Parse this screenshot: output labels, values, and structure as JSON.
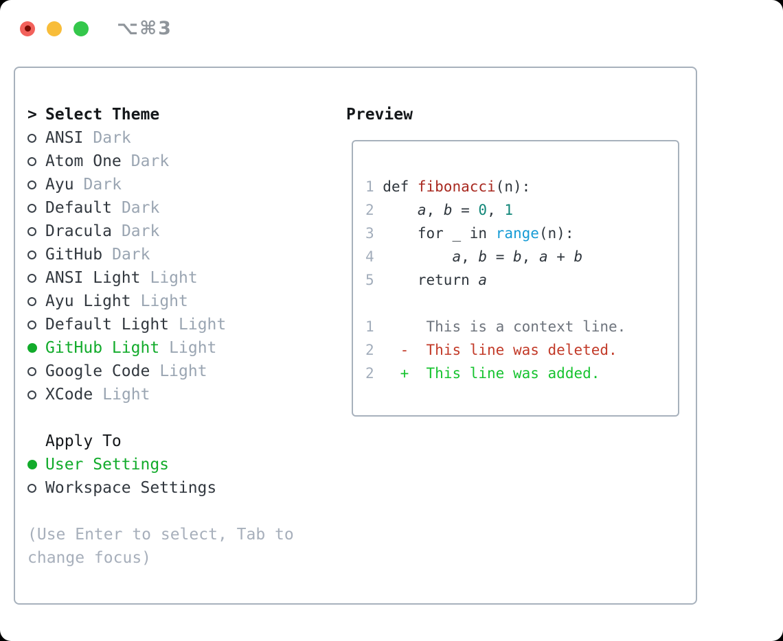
{
  "titlebar": {
    "shortcut": "⌥⌘3"
  },
  "panel": {
    "select_theme": {
      "prefix": ">",
      "title": "Select Theme",
      "themes": [
        {
          "name": "ANSI",
          "variant": "Dark",
          "selected": false
        },
        {
          "name": "Atom One",
          "variant": "Dark",
          "selected": false
        },
        {
          "name": "Ayu",
          "variant": "Dark",
          "selected": false
        },
        {
          "name": "Default",
          "variant": "Dark",
          "selected": false
        },
        {
          "name": "Dracula",
          "variant": "Dark",
          "selected": false
        },
        {
          "name": "GitHub",
          "variant": "Dark",
          "selected": false
        },
        {
          "name": "ANSI Light",
          "variant": "Light",
          "selected": false
        },
        {
          "name": "Ayu Light",
          "variant": "Light",
          "selected": false
        },
        {
          "name": "Default Light",
          "variant": "Light",
          "selected": false
        },
        {
          "name": "GitHub Light",
          "variant": "Light",
          "selected": true
        },
        {
          "name": "Google Code",
          "variant": "Light",
          "selected": false
        },
        {
          "name": "XCode",
          "variant": "Light",
          "selected": false
        }
      ]
    },
    "apply_to": {
      "title": "Apply To",
      "options": [
        {
          "name": "User Settings",
          "selected": true
        },
        {
          "name": "Workspace Settings",
          "selected": false
        }
      ]
    },
    "hint": "(Use Enter to select, Tab to change focus)"
  },
  "preview": {
    "title": "Preview",
    "code_lines": [
      [
        [
          "lineno",
          "1"
        ],
        [
          "plain",
          " def "
        ],
        [
          "func",
          "fibonacci"
        ],
        [
          "plain",
          "(n):"
        ]
      ],
      [
        [
          "lineno",
          "2"
        ],
        [
          "plain",
          "     "
        ],
        [
          "var",
          "a"
        ],
        [
          "plain",
          ", "
        ],
        [
          "var",
          "b"
        ],
        [
          "plain",
          " = "
        ],
        [
          "num",
          "0"
        ],
        [
          "plain",
          ", "
        ],
        [
          "num",
          "1"
        ]
      ],
      [
        [
          "lineno",
          "3"
        ],
        [
          "plain",
          "     for _ in "
        ],
        [
          "builtin",
          "range"
        ],
        [
          "plain",
          "(n):"
        ]
      ],
      [
        [
          "lineno",
          "4"
        ],
        [
          "plain",
          "         "
        ],
        [
          "var",
          "a"
        ],
        [
          "plain",
          ", "
        ],
        [
          "var",
          "b"
        ],
        [
          "plain",
          " = "
        ],
        [
          "var",
          "b"
        ],
        [
          "plain",
          ", "
        ],
        [
          "var",
          "a"
        ],
        [
          "plain",
          " + "
        ],
        [
          "var",
          "b"
        ]
      ],
      [
        [
          "lineno",
          "5"
        ],
        [
          "plain",
          "     return "
        ],
        [
          "var",
          "a"
        ]
      ]
    ],
    "diff_lines": [
      [
        [
          "lineno",
          "1"
        ],
        [
          "context",
          "      This is a context line."
        ]
      ],
      [
        [
          "lineno",
          "2"
        ],
        [
          "plain",
          "   "
        ],
        [
          "del",
          "-"
        ],
        [
          "del",
          "  This line was deleted."
        ]
      ],
      [
        [
          "lineno",
          "2"
        ],
        [
          "plain",
          "   "
        ],
        [
          "add",
          "+"
        ],
        [
          "add",
          "  This line was added."
        ]
      ]
    ]
  },
  "colors": {
    "border": "#a7b1bc",
    "title-text": "#14171a",
    "item-text": "#32383f",
    "bullet-ring": "#3b424a",
    "muted": "#9aa5b2",
    "hint": "#a7afbb",
    "green": "#12ab2b",
    "shortcut": "#8f959b",
    "lineno": "#a2adbb",
    "code-text": "#2e353c",
    "func-red": "#a8281f",
    "number-teal": "#0f8577",
    "builtin-blue": "#169bd5",
    "diff-context": "#6e747d",
    "diff-del": "#c23a28",
    "diff-add": "#16c32f",
    "tl-red": "#f2615b",
    "tl-red-dot": "#790b03",
    "tl-yellow": "#f8bd3a",
    "tl-green": "#34c74b"
  }
}
